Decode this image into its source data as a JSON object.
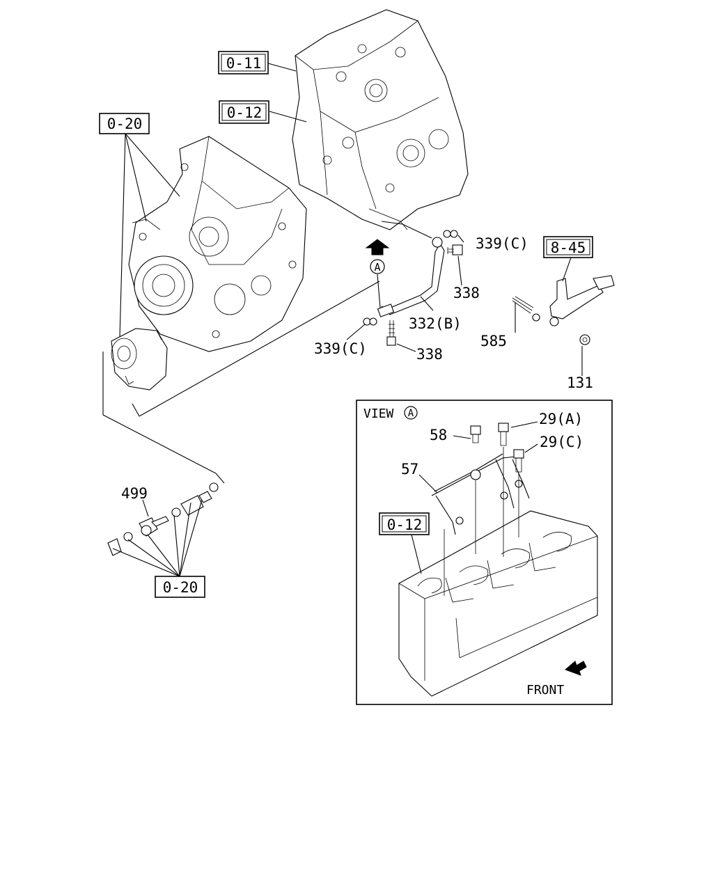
{
  "diagram": {
    "ref_boxes": {
      "box_011": "0-11",
      "box_012_top": "0-12",
      "box_020_top": "0-20",
      "box_845": "8-45",
      "box_020_bottom": "0-20",
      "box_012_view": "0-12"
    },
    "labels": {
      "p339c_top": "339(C)",
      "p338_top": "338",
      "p332b": "332(B)",
      "p339c_bottom": "339(C)",
      "p338_bottom": "338",
      "p585": "585",
      "p131": "131",
      "p499": "499",
      "p58": "58",
      "p29a": "29(A)",
      "p29c": "29(C)",
      "p57": "57"
    },
    "view_marker": "A",
    "view_title": "VIEW",
    "front_label": "FRONT"
  }
}
